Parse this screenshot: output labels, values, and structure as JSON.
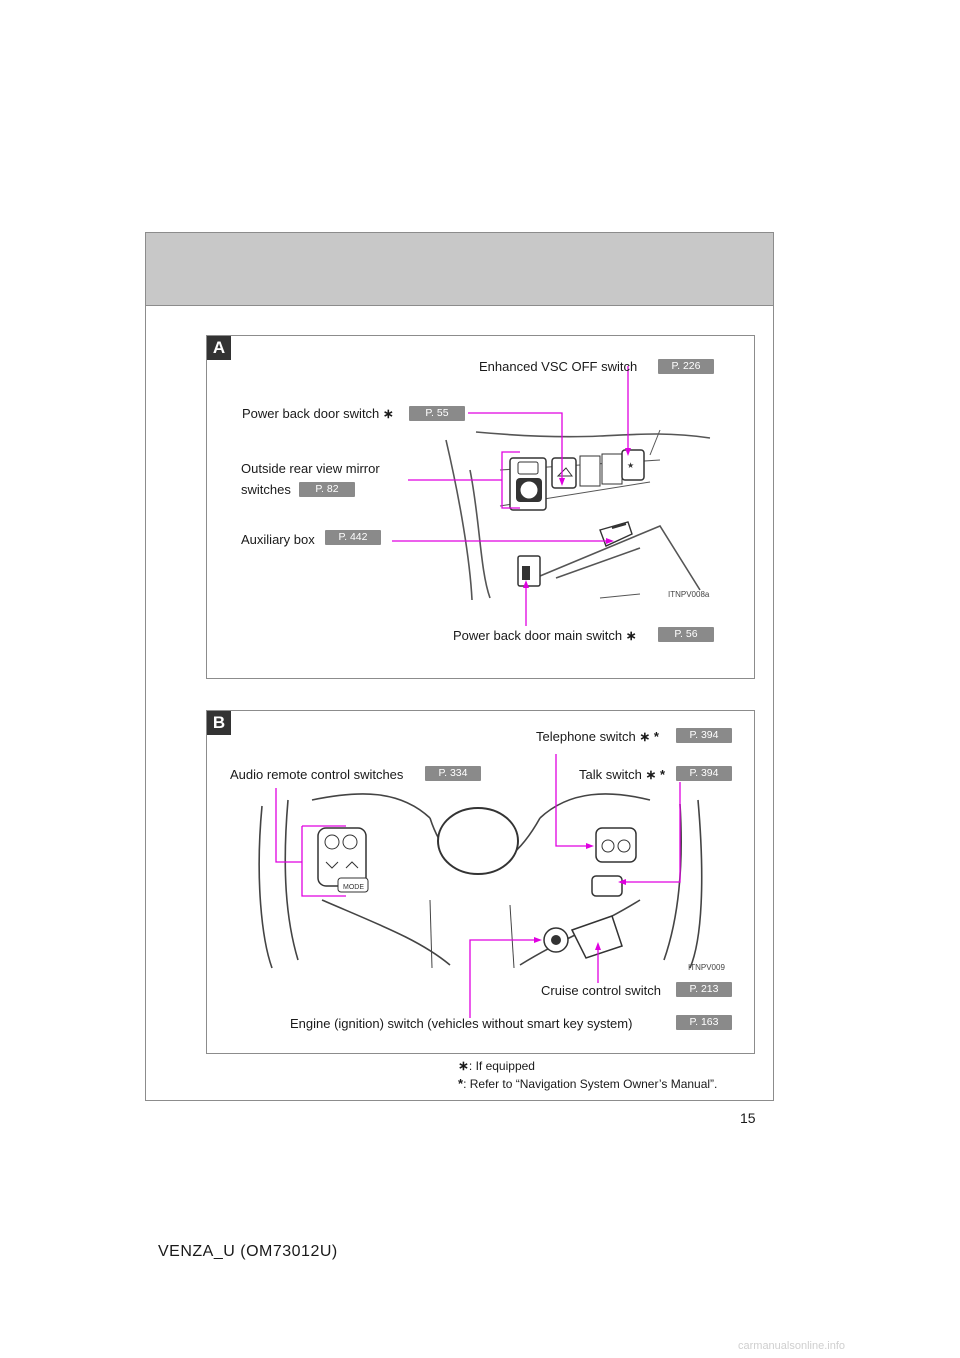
{
  "panelA": {
    "tag": "A",
    "labels": {
      "vsc": "Enhanced VSC OFF switch",
      "vsc_ref": "P. 226",
      "backdoor": "Power back door switch",
      "backdoor_mark": "∗",
      "backdoor_ref": "P. 55",
      "mirror_line1": "Outside rear view mirror",
      "mirror_line2": "switches",
      "mirror_ref": "P. 82",
      "aux": "Auxiliary box",
      "aux_ref": "P. 442",
      "main": "Power back door main switch",
      "main_mark": "∗",
      "main_ref": "P. 56"
    },
    "image_code": "ITNPV008a"
  },
  "panelB": {
    "tag": "B",
    "labels": {
      "tel": "Telephone switch",
      "tel_mark": "∗ *",
      "tel_ref": "P. 394",
      "audio": "Audio remote control switches",
      "audio_ref": "P. 334",
      "talk": "Talk switch",
      "talk_mark": "∗ *",
      "talk_ref": "P. 394",
      "cruise": "Cruise control switch",
      "cruise_ref": "P. 213",
      "engine": "Engine (ignition) switch (vehicles without smart key system)",
      "engine_ref": "P. 163"
    },
    "image_code": "ITNPV009"
  },
  "footnotes": {
    "mark1": "∗",
    "note1": ": If equipped",
    "mark2": "*",
    "note2": ": Refer to “Navigation System Owner’s Manual”."
  },
  "page_number": "15",
  "model_code": "VENZA_U (OM73012U)",
  "watermark": "carmanualsonline.info",
  "colors": {
    "leader": "#e000e0",
    "header_band": "#c8c8c8",
    "ref_badge": "#8a8a8a"
  }
}
